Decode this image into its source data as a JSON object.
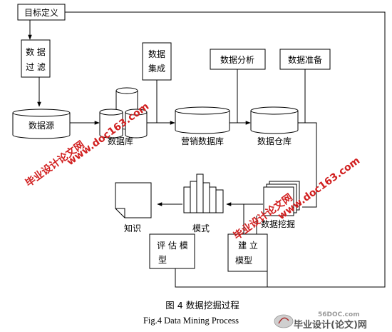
{
  "nodes": {
    "goal": "目标定义",
    "filter_a": "数 据",
    "filter_b": "过 滤",
    "source": "数据源",
    "database": "数据库",
    "integrate_a": "数据",
    "integrate_b": "集成",
    "marketing_db": "营销数据库",
    "analysis": "数据分析",
    "prep": "数据准备",
    "warehouse": "数据仓库",
    "mining": "数据挖掘",
    "pattern": "模式",
    "knowledge": "知识",
    "eval_a": "评 估 模",
    "eval_b": "型",
    "build_a": "建    立",
    "build_b": "模型"
  },
  "caption": {
    "zh": "图 4    数据挖掘过程",
    "en": "Fig.4    Data Mining Process"
  },
  "watermarks": {
    "site": "www.doc163.com",
    "brand": "毕业设计论文网",
    "footer_brand": "毕业设计(论文)网",
    "footer_site": "56DOC.com"
  },
  "colors": {
    "line": "#000000",
    "watermark": "#d11f1f"
  }
}
